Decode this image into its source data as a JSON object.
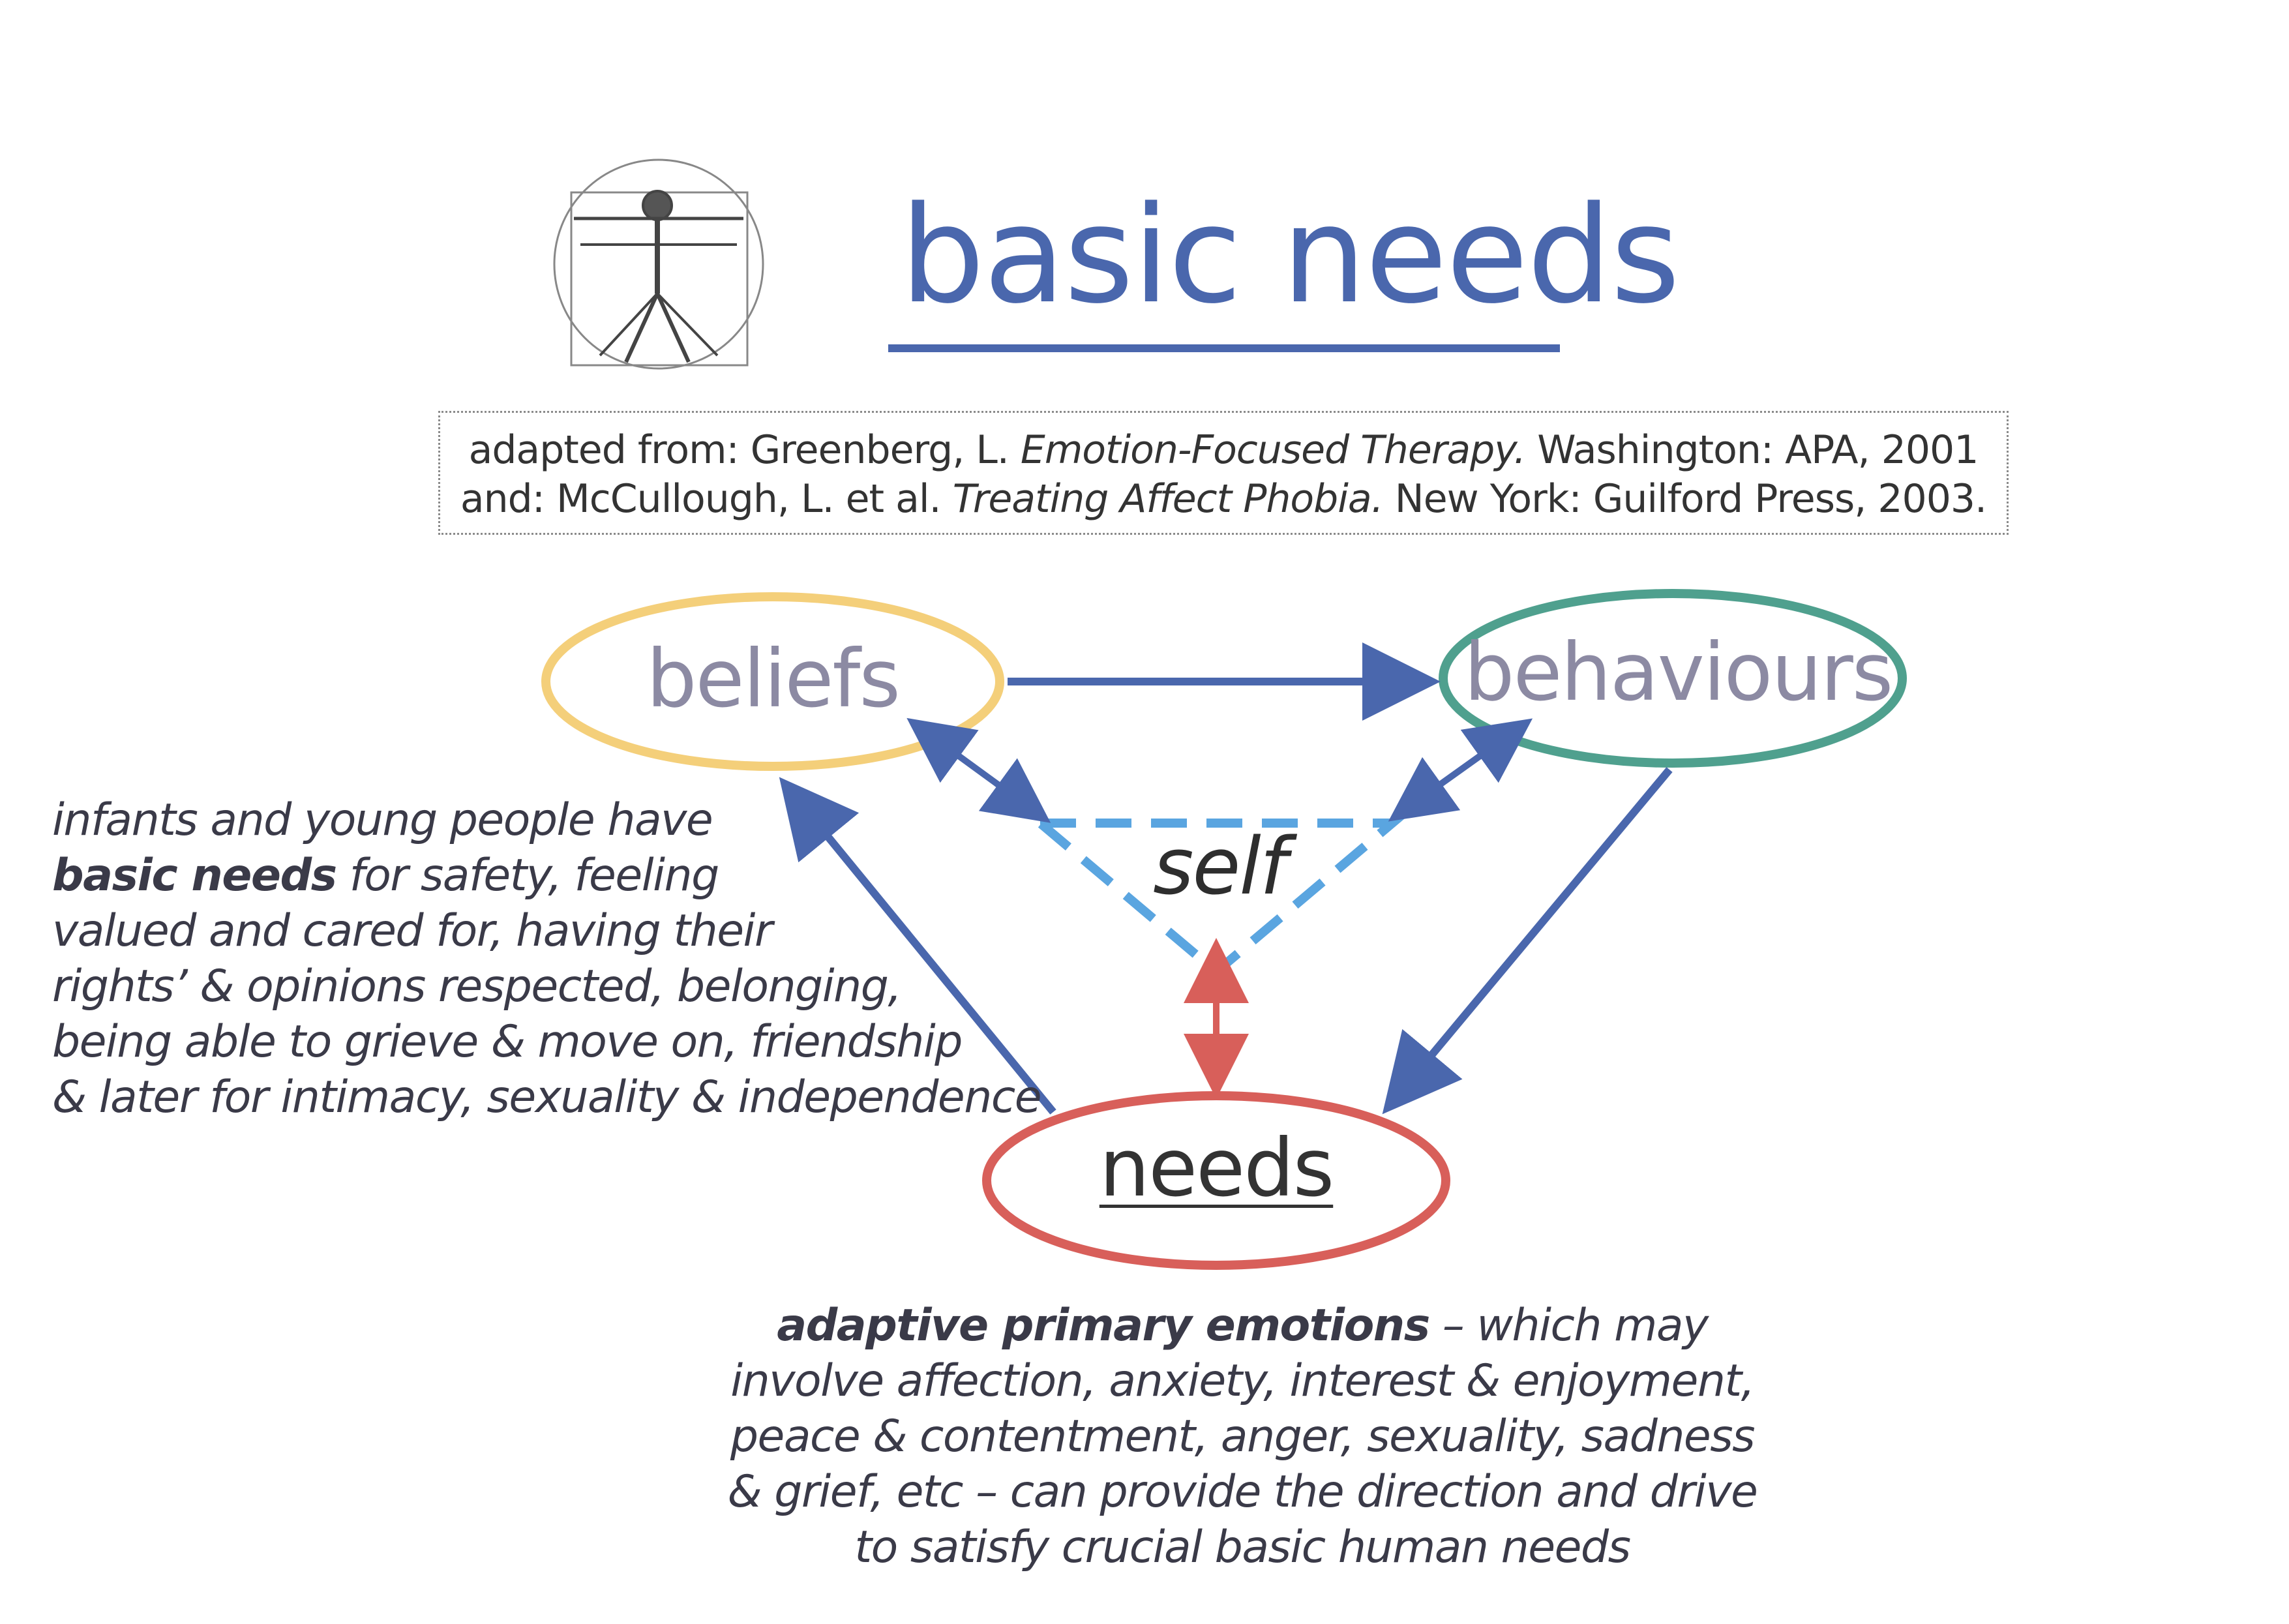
{
  "title": "basic needs",
  "reference": {
    "line1_prefix": "adapted from: Greenberg, L. ",
    "line1_italic": "Emotion-Focused Therapy.",
    "line1_suffix": " Washington: APA, 2001",
    "line2_prefix": "and: McCullough, L. et al. ",
    "line2_italic": "Treating Affect Phobia.",
    "line2_suffix": " New York: Guilford Press, 2003."
  },
  "nodes": {
    "beliefs": "beliefs",
    "behaviours": "behaviours",
    "needs": "needs",
    "self": "self"
  },
  "colors": {
    "title": "#4a67ad",
    "beliefs": "#f4cf7a",
    "behaviours": "#4fa08e",
    "needs": "#d85f5a",
    "arrows": "#4a67ad",
    "self_triangle": "#5aa5e0",
    "self_needs_arrow": "#d85f5a"
  },
  "left_text": {
    "line1": "infants and young people have",
    "line2_bold": "basic needs",
    "line2_rest": " for safety, feeling",
    "line3": "valued and cared for, having their",
    "line4": "rights’ & opinions respected, belonging,",
    "line5": "being able to grieve & move on, friendship",
    "line6": "& later for intimacy, sexuality & independence"
  },
  "bottom_text": {
    "line1_bold": "adaptive primary emotions",
    "line1_rest": " – which may",
    "line2": "involve affection, anxiety, interest & enjoyment,",
    "line3": "peace & contentment, anger, sexuality, sadness",
    "line4": "& grief, etc – can provide the direction and drive",
    "line5": "to satisfy crucial basic human needs"
  },
  "icons": {
    "vitruvian": "vitruvian-man-icon"
  }
}
